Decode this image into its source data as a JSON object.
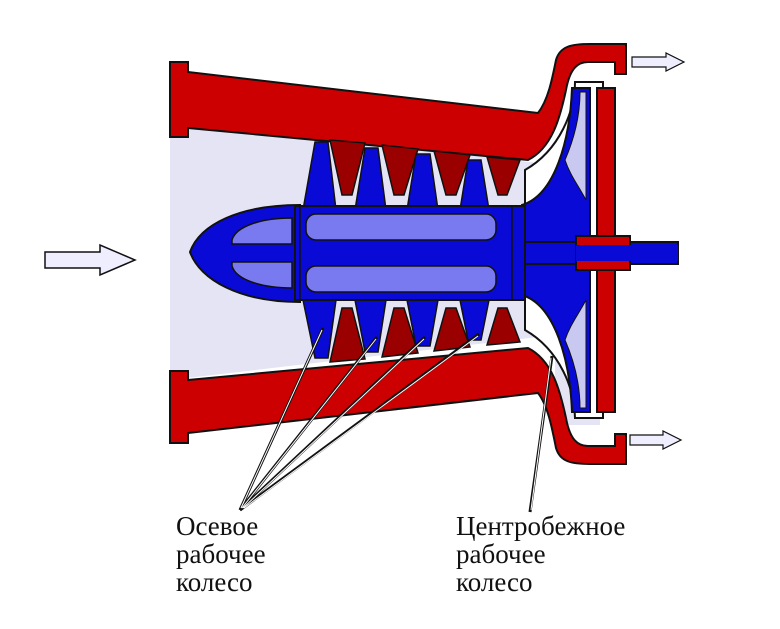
{
  "labels": {
    "axial": [
      "Осевое",
      "рабочее",
      "колесо"
    ],
    "centrifugal": [
      "Центробежное",
      "рабочее",
      "колесо"
    ]
  },
  "colors": {
    "casing": "#cc0000",
    "casing_dark": "#9b0000",
    "rotor": "#0a0ad6",
    "rotor_light": "#7a7af0",
    "flow_arrow": "#eeeeff",
    "duct": "#e4e4f4"
  }
}
